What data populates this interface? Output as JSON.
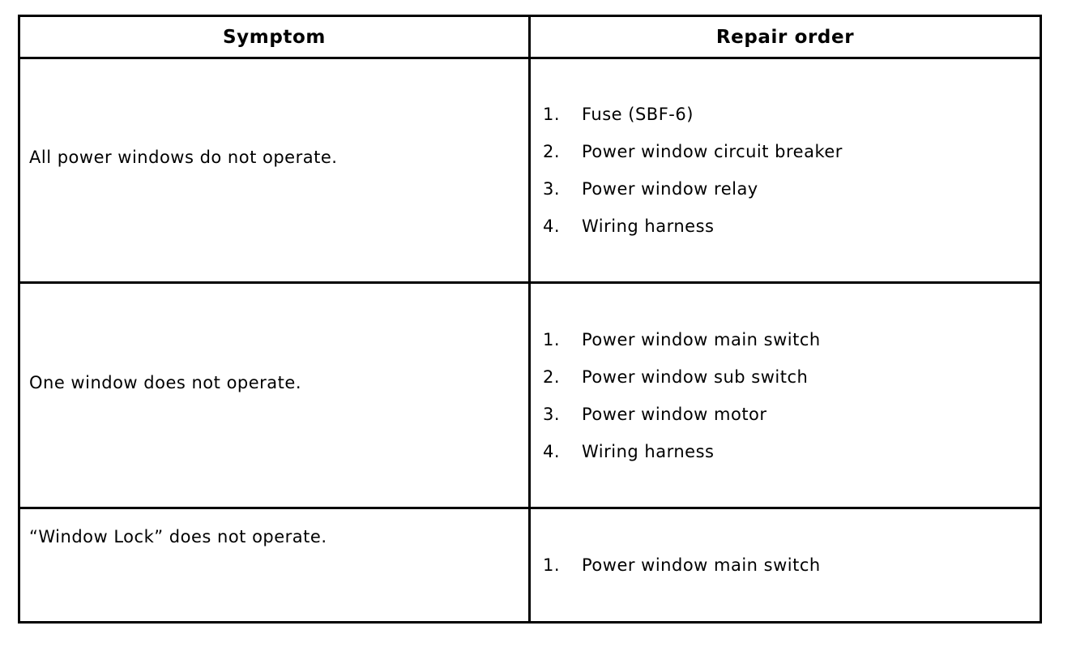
{
  "table": {
    "border_color": "#000000",
    "text_color": "#000000",
    "background_color": "#ffffff",
    "headers": {
      "symptom": "Symptom",
      "repair": "Repair order"
    },
    "rows": [
      {
        "symptom": "All power windows do not operate.",
        "repairs": [
          {
            "num": "1.",
            "label": "Fuse (SBF-6)"
          },
          {
            "num": "2.",
            "label": "Power window circuit breaker"
          },
          {
            "num": "3.",
            "label": "Power window relay"
          },
          {
            "num": "4.",
            "label": "Wiring harness"
          }
        ]
      },
      {
        "symptom": "One window does not operate.",
        "repairs": [
          {
            "num": "1.",
            "label": "Power window main switch"
          },
          {
            "num": "2.",
            "label": "Power window sub switch"
          },
          {
            "num": "3.",
            "label": "Power window motor"
          },
          {
            "num": "4.",
            "label": "Wiring harness"
          }
        ]
      },
      {
        "symptom": "“Window Lock” does not operate.",
        "repairs": [
          {
            "num": "1.",
            "label": "Power window main switch"
          }
        ]
      }
    ]
  }
}
